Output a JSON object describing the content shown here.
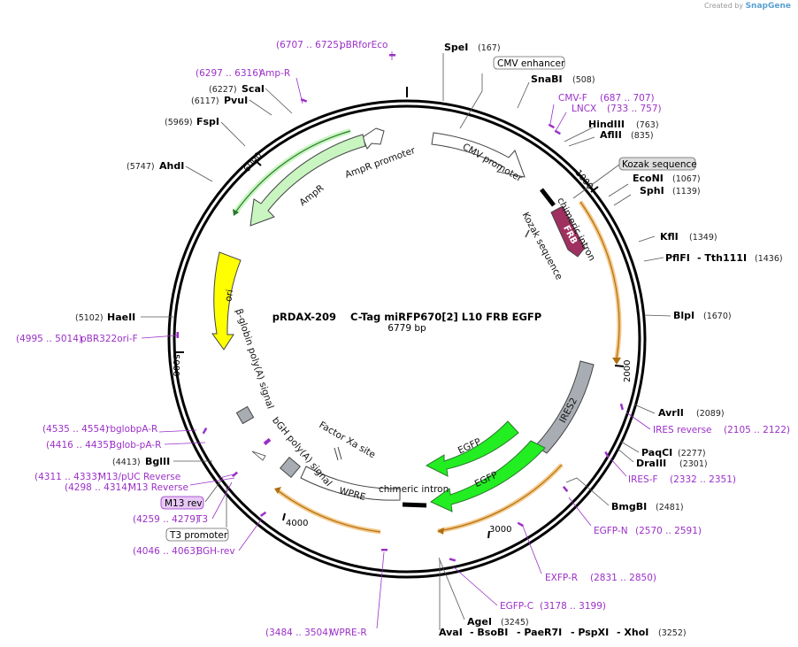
{
  "brand": {
    "created_by": "Created by",
    "app": "SnapGene"
  },
  "plasmid": {
    "name": "pRDAX-209    C-Tag miRFP670[2] L10 FRB EGFP",
    "size": "6779 bp"
  },
  "ring_ticks": [
    "1000",
    "2000",
    "3000",
    "4000",
    "5000",
    "6000"
  ],
  "sites": [
    {
      "name": "SpeI",
      "pos": "(167)"
    },
    {
      "name": "SnaBI",
      "pos": "(508)"
    },
    {
      "name": "HindIII",
      "pos": "(763)"
    },
    {
      "name": "AflII",
      "pos": "(835)"
    },
    {
      "name": "EcoNI",
      "pos": "(1067)"
    },
    {
      "name": "SphI",
      "pos": "(1139)"
    },
    {
      "name": "KflI",
      "pos": "(1349)"
    },
    {
      "name": "PflFI",
      "pos": "- Tth111I"
    },
    {
      "name": "(1436)",
      "pos": ""
    },
    {
      "name": "BlpI",
      "pos": "(1670)"
    },
    {
      "name": "AvrII",
      "pos": "(2089)"
    },
    {
      "name": "PaqCI",
      "pos": "(2277)"
    },
    {
      "name": "DraIII",
      "pos": "(2301)"
    },
    {
      "name": "BmgBI",
      "pos": "(2481)"
    },
    {
      "name": "AgeI",
      "pos": "(3245)"
    },
    {
      "name": "AvaI",
      "pos": "- BsoBI"
    },
    {
      "name": "- PaeR7I",
      "pos": "- PspXI"
    },
    {
      "name": "- XhoI",
      "pos": "(3252)"
    },
    {
      "name": "BglII",
      "pos": "(4413)"
    },
    {
      "name": "HaeII",
      "pos": "(5102)"
    },
    {
      "name": "AhdI",
      "pos": "(5747)"
    },
    {
      "name": "FspI",
      "pos": "(5969)"
    },
    {
      "name": "PvuI",
      "pos": "(6117)"
    },
    {
      "name": "ScaI",
      "pos": "(6227)"
    }
  ],
  "primers": [
    {
      "name": "pBRforEco",
      "pos": "(6707 .. 6725)"
    },
    {
      "name": "Amp-R",
      "pos": "(6297 .. 6316)"
    },
    {
      "name": "CMV-F",
      "pos": "(687 .. 707)"
    },
    {
      "name": "LNCX",
      "pos": "(733 .. 757)"
    },
    {
      "name": "IRES reverse",
      "pos": "(2105 .. 2122)"
    },
    {
      "name": "IRES-F",
      "pos": "(2332 .. 2351)"
    },
    {
      "name": "EGFP-N",
      "pos": "(2570 .. 2591)"
    },
    {
      "name": "EXFP-R",
      "pos": "(2831 .. 2850)"
    },
    {
      "name": "EGFP-C",
      "pos": "(3178 .. 3199)"
    },
    {
      "name": "WPRE-R",
      "pos": "(3484 .. 3504)"
    },
    {
      "name": "BGH-rev",
      "pos": "(4046 .. 4063)"
    },
    {
      "name": "T3",
      "pos": "(4259 .. 4279)"
    },
    {
      "name": "M13 Reverse",
      "pos": "(4298 .. 4314)"
    },
    {
      "name": "M13/pUC Reverse",
      "pos": "(4311 .. 4333)"
    },
    {
      "name": "Bglob-pA-R",
      "pos": "(4416 .. 4435)"
    },
    {
      "name": "rbglobpA-R",
      "pos": "(4535 .. 4554)"
    },
    {
      "name": "pBR322ori-F",
      "pos": "(4995 .. 5014)"
    }
  ],
  "boxed_labels": {
    "cmv_enhancer": "CMV enhancer",
    "kozak": "Kozak sequence",
    "m13rev": "M13 rev",
    "t3_promoter": "T3 promoter"
  },
  "features": {
    "cmv_promoter": "CMV promoter",
    "chimeric_intron_1": "chimeric intron",
    "kozak_inner": "Kozak sequence",
    "frb": "FRB",
    "ampr_promoter": "AmpR promoter",
    "ampr": "AmpR",
    "ori": "ori",
    "bglobin": "β-globin poly(A) signal",
    "bgh": "bGH poly(A) signal",
    "factor_xa": "Factor Xa site",
    "wpre": "WPRE",
    "chimeric_intron_2": "chimeric intron",
    "ires2": "IRES2",
    "egfp_1": "EGFP",
    "egfp_2": "EGFP"
  },
  "colors": {
    "primer": "#9b30c8",
    "ampr": "#c8f5c0",
    "ori": "#ffff00",
    "egfp": "#22ee22",
    "frb": "#a03060",
    "ires": "#a8adb3",
    "orange": "#e8a33a"
  }
}
